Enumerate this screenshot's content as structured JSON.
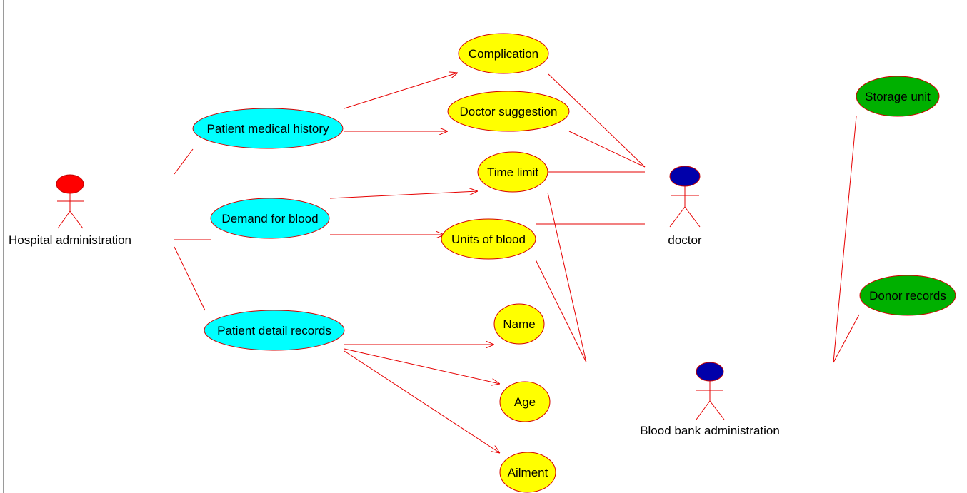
{
  "actors": [
    {
      "id": "hospital-administration",
      "label": "Hospital administration",
      "head_color": "#ff0000"
    },
    {
      "id": "doctor",
      "label": "doctor",
      "head_color": "#0000aa"
    },
    {
      "id": "blood-bank-administration",
      "label": "Blood bank administration",
      "head_color": "#0000aa"
    }
  ],
  "use_cases": [
    {
      "id": "patient-medical-history",
      "label": "Patient medical history",
      "fill": "#00ffff"
    },
    {
      "id": "demand-for-blood",
      "label": "Demand for blood",
      "fill": "#00ffff"
    },
    {
      "id": "patient-detail-records",
      "label": "Patient detail records",
      "fill": "#00ffff"
    },
    {
      "id": "complication",
      "label": "Complication",
      "fill": "#ffff00"
    },
    {
      "id": "doctor-suggestion",
      "label": "Doctor suggestion",
      "fill": "#ffff00"
    },
    {
      "id": "time-limit",
      "label": "Time limit",
      "fill": "#ffff00"
    },
    {
      "id": "units-of-blood",
      "label": "Units of blood",
      "fill": "#ffff00"
    },
    {
      "id": "name",
      "label": "Name",
      "fill": "#ffff00"
    },
    {
      "id": "age",
      "label": "Age",
      "fill": "#ffff00"
    },
    {
      "id": "ailment",
      "label": "Ailment",
      "fill": "#ffff00"
    },
    {
      "id": "storage-unit",
      "label": "Storage unit",
      "fill": "#00b000"
    },
    {
      "id": "donor-records",
      "label": "Donor records",
      "fill": "#00b000"
    }
  ],
  "line_color": "#e60000"
}
